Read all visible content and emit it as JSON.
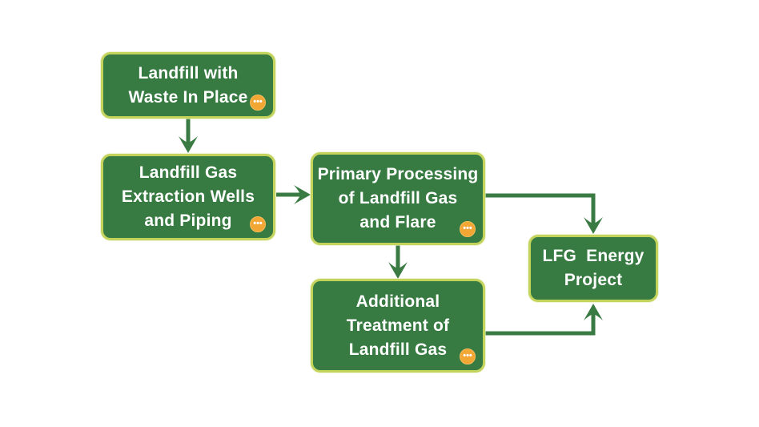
{
  "theme": {
    "box_fill": "#377B42",
    "box_border": "#C3D35C",
    "arrow_color": "#3A7B43",
    "text_color": "#FFFFFF",
    "badge_color": "#F2A633",
    "background": "#FFFFFF"
  },
  "icons": {
    "ellipsis": "•••"
  },
  "diagram": {
    "type": "flowchart",
    "nodes": [
      {
        "id": "landfill",
        "label": "Landfill with\nWaste In Place",
        "has_more_badge": true
      },
      {
        "id": "extraction",
        "label": "Landfill Gas\nExtraction Wells\nand Piping",
        "has_more_badge": true
      },
      {
        "id": "processing",
        "label": "Primary Processing\nof Landfill Gas\nand Flare",
        "has_more_badge": true
      },
      {
        "id": "treatment",
        "label": "Additional\nTreatment of\nLandfill Gas",
        "has_more_badge": true
      },
      {
        "id": "project",
        "label": "LFG  Energy\nProject",
        "has_more_badge": false
      }
    ],
    "edges": [
      {
        "from": "landfill",
        "to": "extraction"
      },
      {
        "from": "extraction",
        "to": "processing"
      },
      {
        "from": "processing",
        "to": "treatment"
      },
      {
        "from": "processing",
        "to": "project"
      },
      {
        "from": "treatment",
        "to": "project"
      }
    ]
  }
}
